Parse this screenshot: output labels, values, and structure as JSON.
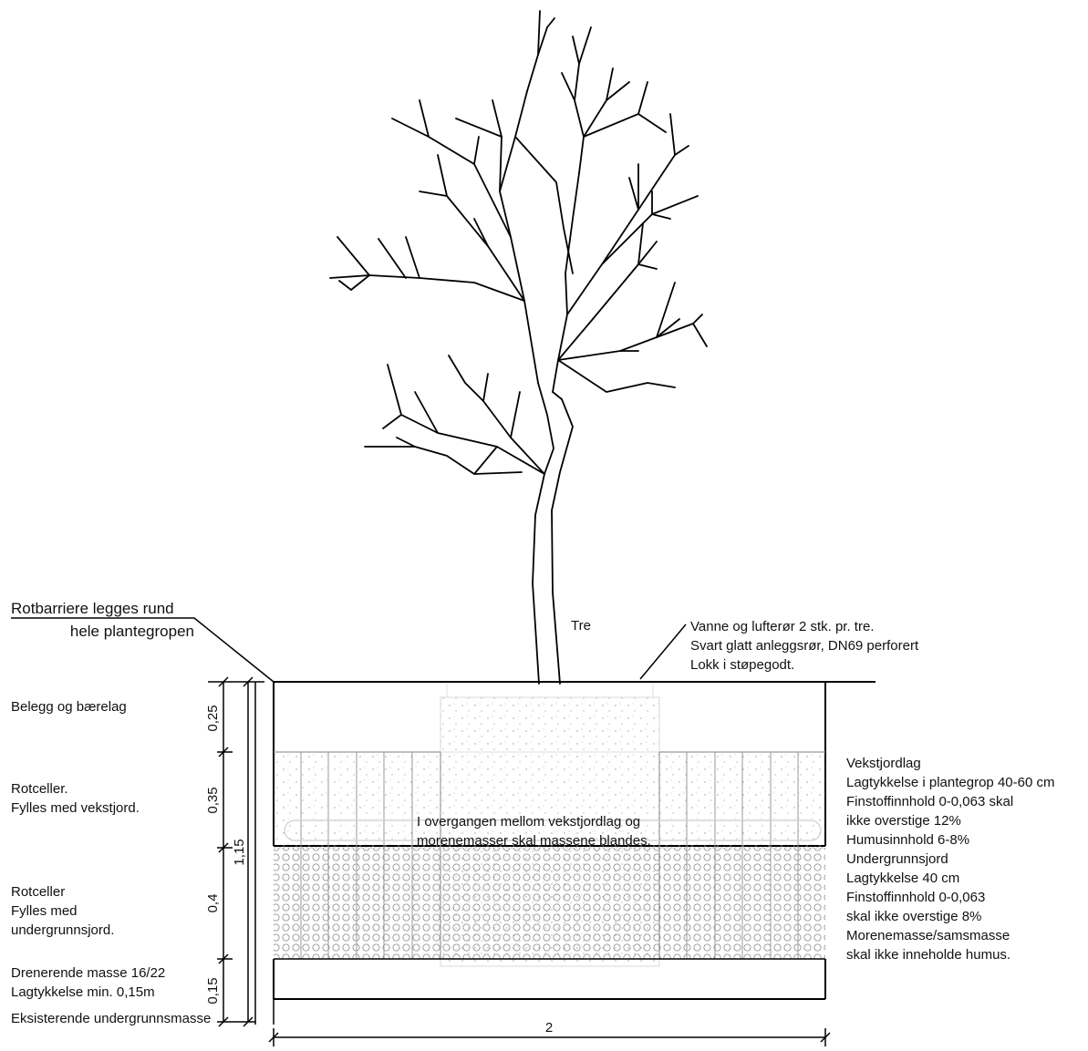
{
  "labels": {
    "rotbarriere_line1": "Rotbarriere legges rund",
    "rotbarriere_line2": "hele plantegropen",
    "tre": "Tre",
    "vanne_line1": "Vanne og lufterør 2 stk. pr. tre.",
    "vanne_line2": "Svart glatt anleggsrør, DN69 perforert",
    "vanne_line3": "Lokk i støpegodt.",
    "overgang_line1": "I overgangen mellom vekstjordlag og",
    "overgang_line2": "morenemasser skal massene blandes."
  },
  "layers": {
    "belegg": "Belegg og bærelag",
    "rotceller1_line1": "Rotceller.",
    "rotceller1_line2": "Fylles med vekstjord.",
    "rotceller2_line1": "Rotceller",
    "rotceller2_line2": "Fylles med",
    "rotceller2_line3": "undergrunnsjord.",
    "drenerende_line1": "Drenerende masse 16/22",
    "drenerende_line2": "Lagtykkelse min. 0,15m",
    "eksisterende": "Eksisterende undergrunnsmasse"
  },
  "dimensions": {
    "d1": "0,25",
    "d2": "0,35",
    "d3": "0,4",
    "d4": "0,15",
    "total": "1,15",
    "width": "2"
  },
  "specs": [
    "Vekstjordlag",
    "Lagtykkelse i plantegrop 40-60 cm",
    "Finstoffinnhold 0-0,063 skal",
    "ikke overstige 12%",
    "Humusinnhold 6-8%",
    "Undergrunnsjord",
    "Lagtykkelse 40 cm",
    "Finstoffinnhold 0-0,063",
    "skal ikke overstige 8%",
    "Morenemasse/samsmasse",
    "skal ikke inneholde humus."
  ]
}
